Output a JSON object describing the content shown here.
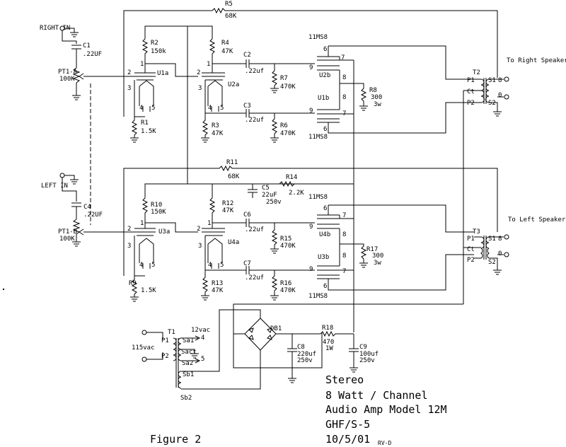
{
  "inputs": {
    "right": "RIGHT IN",
    "left": "LEFT IN"
  },
  "outputs": {
    "right": "To Right Speaker",
    "left": "To Left Speaker"
  },
  "components": {
    "R5": "R5",
    "R5v": "68K",
    "C1": "C1",
    "C1v": ".22UF",
    "PT1A": "PT1-A",
    "PT1Av": "100K",
    "R2": "R2",
    "R2v": "150k",
    "R4": "R4",
    "R4v": "47K",
    "U1a": "U1a",
    "U2a": "U2a",
    "C2": "C2",
    "C2v": ".22uf",
    "R7": "R7",
    "R7v": "470K",
    "tube1": "11MS8",
    "U2b": "U2b",
    "U1b": "U1b",
    "R8": "R8",
    "R8v": "300",
    "R8p": "3w",
    "T2": "T2",
    "R1": "R1",
    "R1v": "1.5K",
    "R3": "R3",
    "R3v": "47K",
    "C3": "C3",
    "C3v": ".22uf",
    "R6": "R6",
    "R6v": "470K",
    "tube2": "11MS8",
    "R11": "R11",
    "R11v": "68K",
    "C5": "C5",
    "C5v": "22uF",
    "C5p": "250v",
    "R14": "R14",
    "R14v": "2.2K",
    "C4": "C4",
    "C4v": ".22UF",
    "PT1B": "PT1-B",
    "PT1Bv": "100K",
    "R10": "R10",
    "R10v": "150K",
    "R12": "R12",
    "R12v": "47K",
    "U3a": "U3a",
    "U4a": "U4a",
    "C6": "C6",
    "C6v": ".22uf",
    "R15": "R15",
    "R15v": "470K",
    "tube3": "11MS8",
    "U4b": "U4b",
    "U3b": "U3b",
    "R17": "R17",
    "R17v": "300",
    "R17p": "3w",
    "T3": "T3",
    "R9": "R9",
    "R9v": "1.5K",
    "R13": "R13",
    "R13v": "47K",
    "C7": "C7",
    "C7v": ".22uf",
    "R16": "R16",
    "R16v": "470K",
    "tube4": "11MS8",
    "T1": "T1",
    "P1": "P1",
    "P2": "P2",
    "mains": "115vac",
    "Sa1": "Sa1",
    "Sact": "Sact",
    "Sa2": "Sa2",
    "Sb1": "Sb1",
    "Sb2": "Sb2",
    "v12": "12vac",
    "p4": "4",
    "p5": "5",
    "DB1": "DB1",
    "R18": "R18",
    "R18v": "470",
    "R18p": "1W",
    "C8": "C8",
    "C8v": "220uf",
    "C8p": "250v",
    "C9": "C9",
    "C9v": "100uf",
    "C9p": "250v",
    "tP1": "P1",
    "tCt": "Ct",
    "tP2": "P2",
    "tS1": "S1",
    "tS2": "S2",
    "t8": "8",
    "t0": "0"
  },
  "title": {
    "line1": "Stereo",
    "line2": "8 Watt / Channel",
    "line3": "Audio Amp Model 12M",
    "line4": "GHF/S-5",
    "date": "10/5/01",
    "rev": "RV-D"
  },
  "figure": "Figure 2"
}
